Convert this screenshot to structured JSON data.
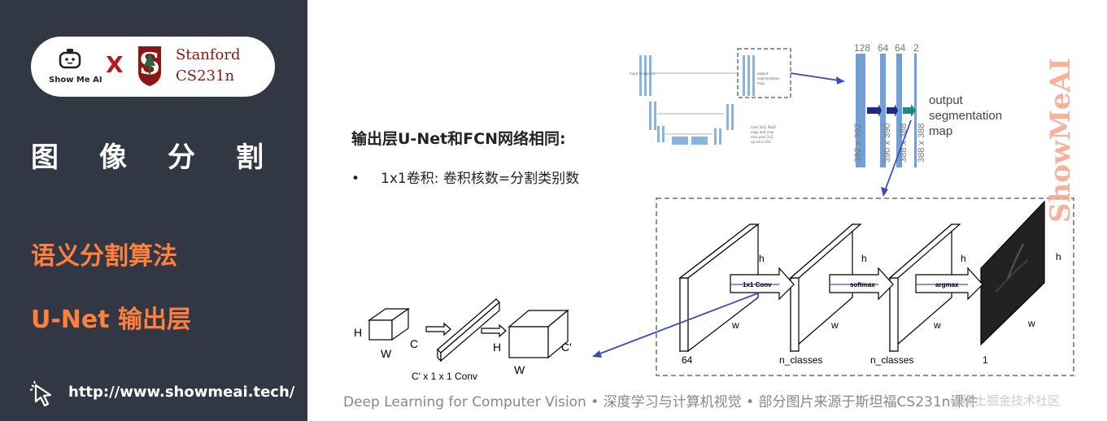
{
  "sidebar": {
    "logo_left_text": "Show Me AI",
    "cross": "X",
    "stanford_line1": "Stanford",
    "stanford_line2": "CS231n",
    "title": "图像分割",
    "subtitle1": "语义分割算法",
    "subtitle2": "U-Net 输出层",
    "url": "http://www.showmeai.tech/"
  },
  "slide": {
    "heading": "输出层U-Net和FCN网络相同:",
    "bullet_mark": "•",
    "bullet": "1x1卷积: 卷积核数=分割类别数",
    "footer_en": "Deep Learning for Computer Vision",
    "footer_sep": "•",
    "footer_cn1": "深度学习与计算机视觉",
    "footer_cn2": "部分图片来源于斯坦福CS231n课件",
    "footer_credit": "@稀土掘金技术社区",
    "watermark": "ShowMeAI"
  },
  "unet_output": {
    "channels": [
      "128",
      "64",
      "64",
      "2"
    ],
    "sizes": [
      "392 x 392",
      "390 x 390",
      "388 x 388",
      "388 x 388"
    ],
    "label_line1": "output",
    "label_line2": "segmentation",
    "label_line3": "map"
  },
  "pipeline": {
    "h": "h",
    "w": "w",
    "conv_label": "1x1 Conv",
    "softmax_label": "softmax",
    "argmax_label": "argmax",
    "depth_64": "64",
    "depth_classes": "n_classes",
    "depth_1": "1"
  },
  "conv_illustration": {
    "H": "H",
    "W": "W",
    "C": "C",
    "C_prime": "C'",
    "kernel_label": "C' x 1 x 1  Conv"
  },
  "colors": {
    "sidebar_bg": "#323843",
    "accent_orange": "#ff7f3f",
    "stanford_red": "#8c1515",
    "arrow_blue": "#3b4cc0",
    "unet_blue": "#6fa0d8"
  }
}
